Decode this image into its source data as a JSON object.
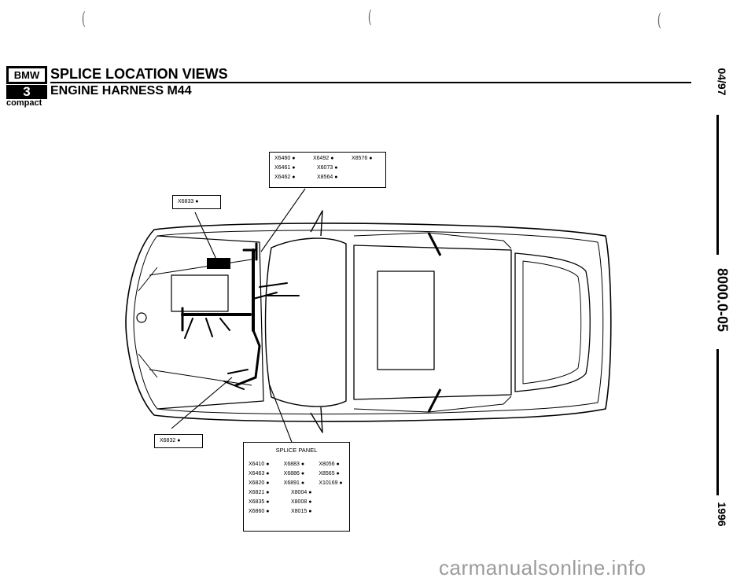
{
  "header": {
    "logo_top": "BMW",
    "logo_mid": "3",
    "logo_bottom": "compact",
    "title": "SPLICE LOCATION VIEWS",
    "subtitle": "ENGINE HARNESS M44"
  },
  "margin": {
    "date": "04/97",
    "page_code": "8000.0-05",
    "year": "1996"
  },
  "callouts": {
    "top_box": {
      "rows": [
        [
          "X6460",
          "X6492",
          "X8576"
        ],
        [
          "X6461",
          "X6073",
          ""
        ],
        [
          "X6462",
          "X8564",
          ""
        ]
      ]
    },
    "x6833": "X6833",
    "x6832": "X6832"
  },
  "splice_panel": {
    "title": "SPLICE PANEL",
    "rows": [
      [
        "X6410",
        "X6883",
        "X8056"
      ],
      [
        "X6463",
        "X6886",
        "X8565"
      ],
      [
        "X6820",
        "X6891",
        "X10169"
      ],
      [
        "X6821",
        "X8004",
        ""
      ],
      [
        "X6835",
        "X8008",
        ""
      ],
      [
        "X6860",
        "X8015",
        ""
      ]
    ]
  },
  "watermark": "carmanualsonline.info"
}
